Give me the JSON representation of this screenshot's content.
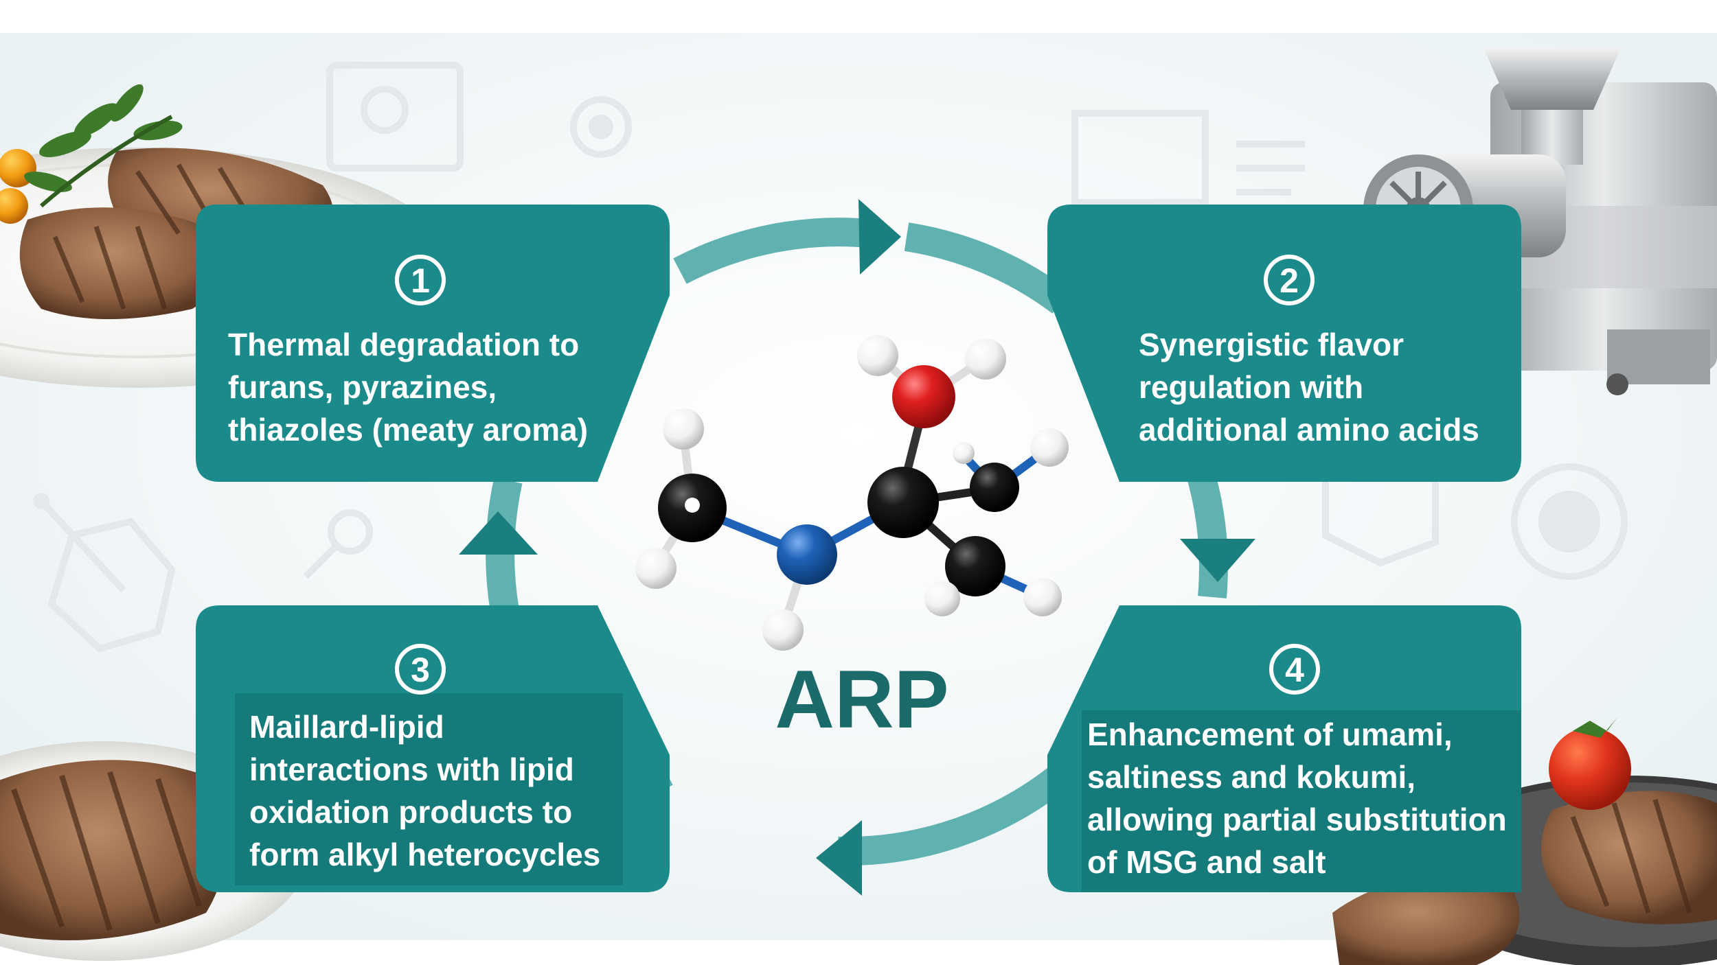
{
  "title": "ARP",
  "steps": [
    {
      "number": "1",
      "lines": [
        "Thermal degradation to",
        "furans, pyrazines,",
        "thiazoles (meaty aroma)"
      ]
    },
    {
      "number": "2",
      "lines": [
        "Synergistic flavor",
        "regulation with",
        "additional amino acids"
      ]
    },
    {
      "number": "3",
      "lines": [
        "Maillard-lipid",
        "interactions with lipid",
        "oxidation products to",
        "form alkyl heterocycles"
      ]
    },
    {
      "number": "4",
      "lines": [
        "Enhancement of umami,",
        "saltiness and kokumi,",
        "allowing partial substitution",
        "of MSG and salt"
      ]
    }
  ],
  "colors": {
    "box": "#1a8a8a",
    "box_dark": "#157a7a",
    "cycle": "#5fb2b0",
    "arrow": "#1b7f7f",
    "title": "#1c6b6b",
    "atom_carbon": "#111111",
    "atom_oxygen": "#d91f1f",
    "atom_nitrogen": "#1e63b8",
    "atom_hydrogen": "#f4f4f4"
  },
  "icons": [
    "food-plate-icon",
    "meat-grinder-icon",
    "cycle-arrow-icon",
    "molecule-icon",
    "gear-icon",
    "grain-icon"
  ]
}
